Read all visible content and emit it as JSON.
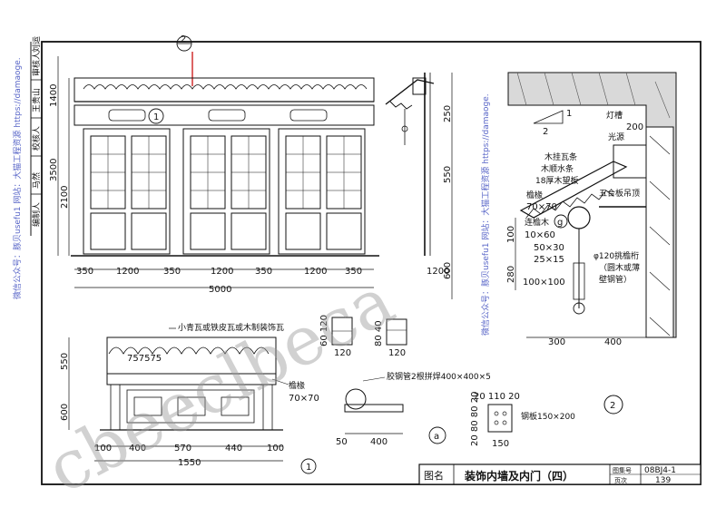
{
  "title_block": {
    "label": "图名",
    "title": "装饰内墙及内门（四）",
    "atlas_label": "图集号",
    "atlas_no": "08BJ4-1",
    "page_label": "页次",
    "page_no": "139"
  },
  "left_strip": {
    "roles": [
      "编制人",
      "校核人",
      "审核人"
    ],
    "names": [
      "马然",
      "王贵山",
      "刘运"
    ],
    "extra": "刘运"
  },
  "watermarks": {
    "side_text": "微信公众号：豚贝usefu1 网站：大猫工程资源 https://damaoge.",
    "big_text": "cbeeclbeca"
  },
  "elevation": {
    "callout_top": "2",
    "callout_mid": "1",
    "widths": [
      "350",
      "1200",
      "350",
      "1200",
      "350",
      "1200",
      "350"
    ],
    "total_width": "5000",
    "heights": [
      "1400",
      "3500",
      "2100"
    ]
  },
  "section_top": {
    "dims": [
      "250",
      "550",
      "600",
      "1200"
    ]
  },
  "detail1": {
    "note": "小青瓦或铁皮瓦或木制装饰瓦",
    "eave_label": "檐椽",
    "eave_size": "70×70",
    "small_label": "757575",
    "heights": [
      "550",
      "600"
    ],
    "widths": [
      "100",
      "400",
      "570",
      "440",
      "100"
    ],
    "total": "1550",
    "callout": "1"
  },
  "small_sections": [
    {
      "top": "60 120",
      "bottom": "120"
    },
    {
      "top": "80 40",
      "bottom": "120"
    }
  ],
  "detail_a": {
    "note": "胶钢管2根拼焊400×400×5",
    "dims": [
      "50",
      "400"
    ],
    "callout": "a"
  },
  "plate": {
    "top_dims": "20 110 20",
    "side_dims": "20 80 80 20",
    "bottom_dim": "150",
    "label": "钢板150×200"
  },
  "detail2": {
    "slope_labels": [
      "1",
      "2"
    ],
    "light_trough": "灯槽",
    "light_width": "200",
    "light_source": "光源",
    "tile_labels": [
      "木挂瓦条",
      "木顺水条",
      "18厚木望板"
    ],
    "rafter_label": "檐椽",
    "rafter_size": "70×70",
    "ceiling_label": "五合板吊顶",
    "connect_label": "连檐木",
    "connect_size": "10×60",
    "callout_small": "g",
    "sizes_left": [
      "50×30",
      "25×15"
    ],
    "pipe_label": "φ120挑檐桁",
    "pipe_sub": "（圆木或薄",
    "pipe_sub2": "壁钢管）",
    "post_size": "100×100",
    "heights": [
      "100",
      "280"
    ],
    "bottom_dims": [
      "300",
      "400"
    ],
    "callout": "2"
  }
}
